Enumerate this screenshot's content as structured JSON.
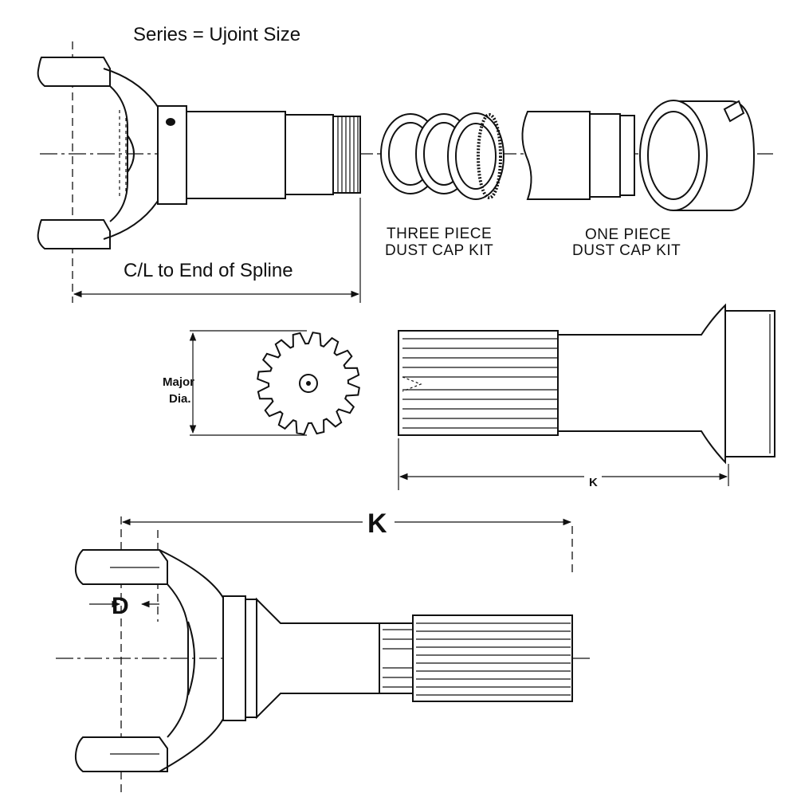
{
  "title": "Series = Ujoint Size",
  "labels": {
    "cl_to_end": "C/L to End of Spline",
    "three_piece_line1": "THREE PIECE",
    "three_piece_line2": "DUST CAP KIT",
    "one_piece_line1": "ONE PIECE",
    "one_piece_line2": "DUST CAP KIT",
    "major_line1": "Major",
    "major_line2": "Dia.",
    "k_small": "K",
    "k_big": "K",
    "d": "D"
  }
}
